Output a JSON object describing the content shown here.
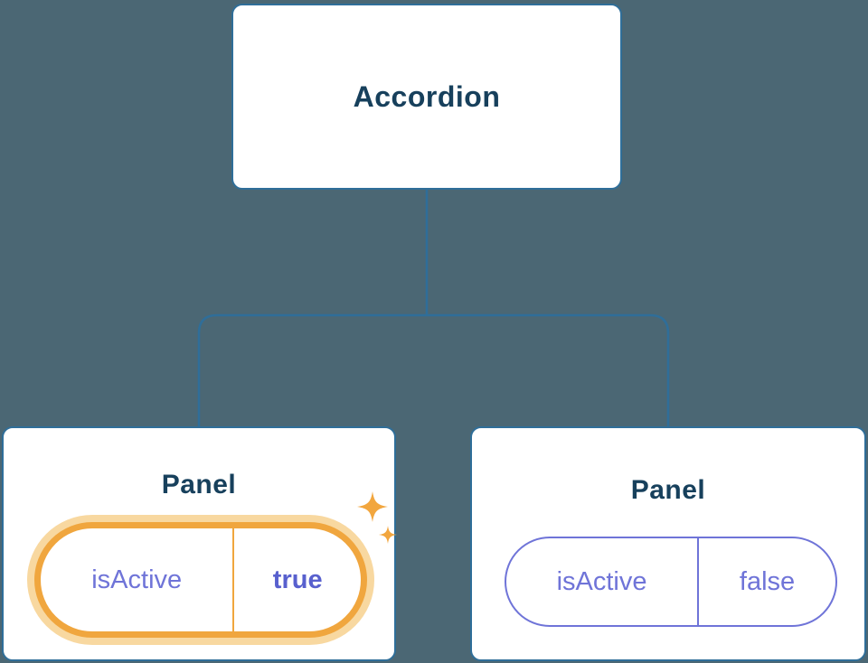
{
  "diagram": {
    "root": {
      "label": "Accordion"
    },
    "children": [
      {
        "title": "Panel",
        "prop": {
          "name": "isActive",
          "value": "true"
        },
        "highlighted": true
      },
      {
        "title": "Panel",
        "prop": {
          "name": "isActive",
          "value": "false"
        },
        "highlighted": false
      }
    ]
  },
  "colors": {
    "background": "#4b6774",
    "card_border": "#2f6e99",
    "title_text": "#17405c",
    "prop_purple": "#6f74d8",
    "prop_value_bold_purple": "#5860ce",
    "highlight_orange": "#f0a63e",
    "highlight_glow": "#f8d8a0"
  }
}
